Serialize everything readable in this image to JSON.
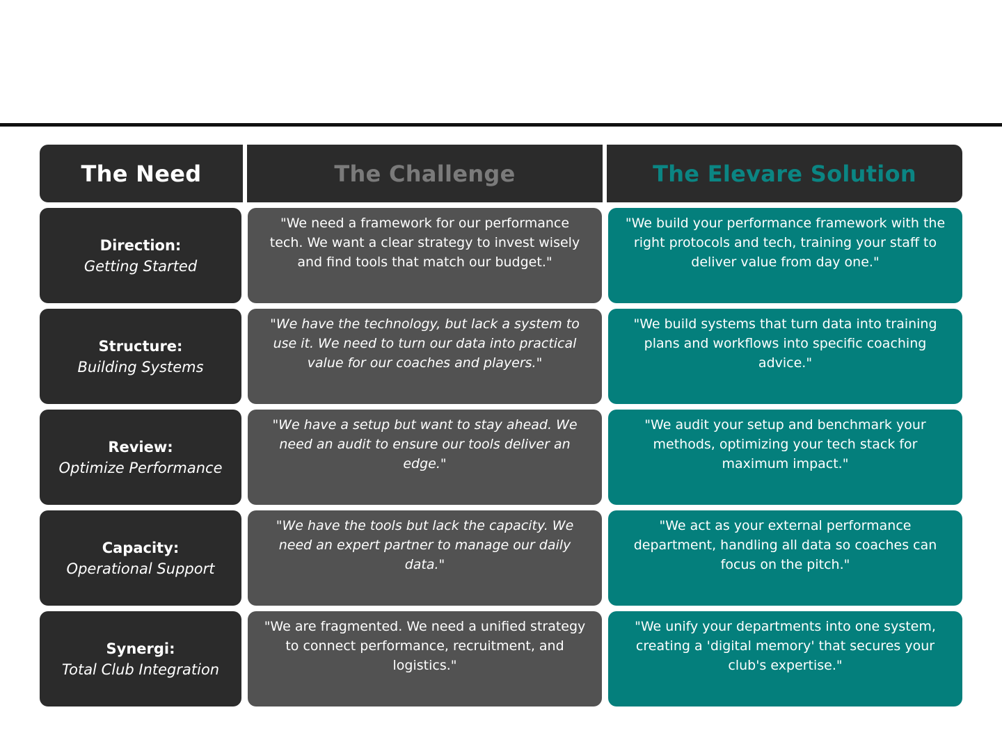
{
  "header": {
    "need": "The Need",
    "challenge": "The Challenge",
    "solution": "The Elevare Solution"
  },
  "rows": [
    {
      "title": "Direction:",
      "subtitle": "Getting Started",
      "challenge": "\"We need a framework for our performance tech. We want a clear strategy to invest wisely and find tools that match our budget.\"",
      "solution": "\"We build your performance framework with the right protocols and tech, training your staff to deliver value from day one.\""
    },
    {
      "title": "Structure:",
      "subtitle": "Building Systems",
      "challenge": "\"We have the technology, but lack a system to use it. We need to turn our data into practical value for our coaches and players.\"",
      "solution": "\"We build systems that turn data into training plans and workflows into specific coaching advice.\""
    },
    {
      "title": "Review:",
      "subtitle": "Optimize Performance",
      "challenge": "\"We have a setup but want to stay ahead. We need an audit to ensure our tools deliver an edge.\"",
      "solution": "\"We audit your setup and benchmark your methods, optimizing your tech stack for maximum impact.\""
    },
    {
      "title": "Capacity:",
      "subtitle": "Operational Support",
      "challenge": "\"We have the tools but lack the capacity. We need an expert partner to manage our daily data.\"",
      "solution": "\"We act as your external performance department, handling all data so coaches can focus on the pitch.\""
    },
    {
      "title": "Synergi:",
      "subtitle": "Total Club Integration",
      "challenge": "\"We are fragmented. We need a unified strategy to connect performance, recruitment, and logistics.\"",
      "solution": "\"We unify your departments into one system, creating a 'digital memory' that secures your club's expertise.\""
    }
  ],
  "colors": {
    "dark": "#2b2b2b",
    "gray": "#525252",
    "teal": "#047f7c",
    "teal_text": "#0b8583"
  }
}
